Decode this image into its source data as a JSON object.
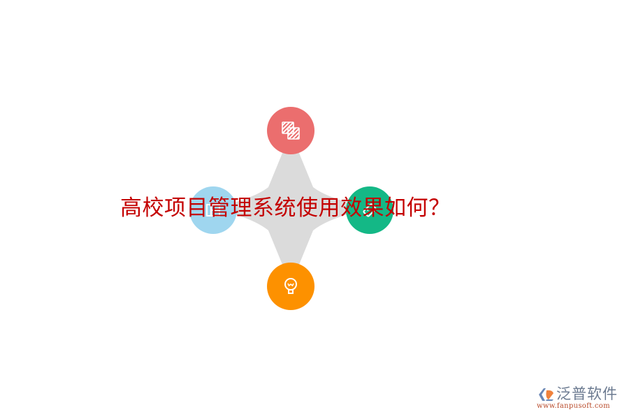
{
  "title": "高校项目管理系统使用效果如何？",
  "diagram": {
    "type": "four-point-star",
    "center_color": "#dbdbdb",
    "nodes": [
      {
        "position": "top",
        "color": "#eb6e6e",
        "icon": "layers-striped-icon"
      },
      {
        "position": "left",
        "color": "#9fd6ef",
        "icon": "window-panel-icon"
      },
      {
        "position": "right",
        "color": "#14b886",
        "icon": "tag-ticket-icon"
      },
      {
        "position": "bottom",
        "color": "#fd9100",
        "icon": "lightbulb-icon"
      }
    ]
  },
  "logo": {
    "name": "泛普软件",
    "url": "www.fanpusoft.com",
    "colors": {
      "blue": "#6a87b5",
      "orange": "#f0823c",
      "text": "#6b7a90",
      "url": "#b84a2a"
    }
  },
  "colors": {
    "title": "#c40000",
    "background": "#ffffff"
  }
}
